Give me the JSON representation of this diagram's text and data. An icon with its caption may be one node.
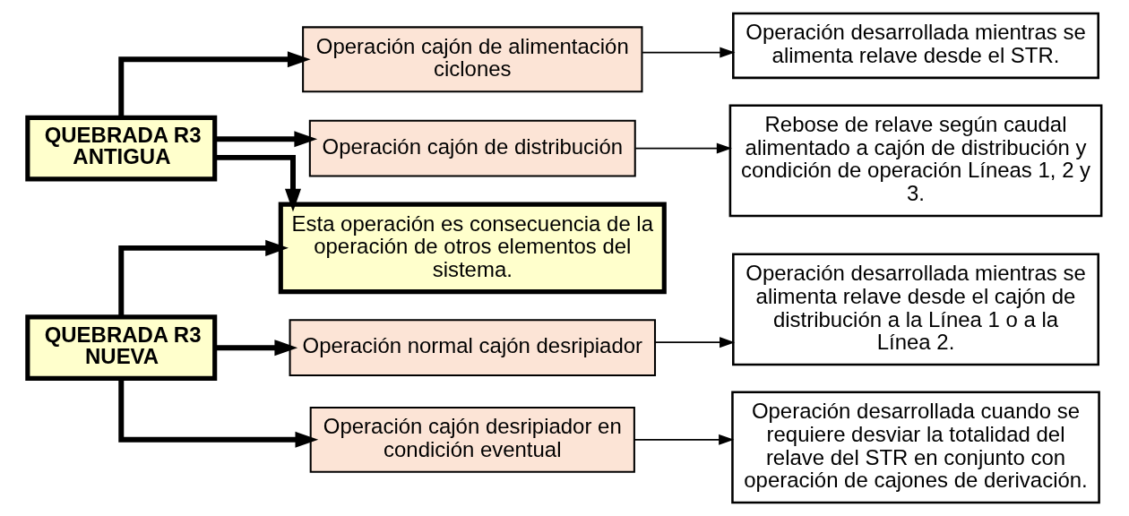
{
  "diagram": {
    "nodes": [
      {
        "text": [
          "Operación cajón de alimentación ciclones"
        ]
      },
      {
        "text": [
          "Operación desarrollada mientras se alimenta relave desde el STR."
        ]
      },
      {
        "text": [
          "QUEBRADA R3 ANTIGUA"
        ]
      },
      {
        "text": [
          "Operación cajón de distribución"
        ]
      },
      {
        "text": [
          "Rebose de relave según caudal alimentado a cajón de distribución y condición de operación Líneas 1, 2 y 3."
        ]
      },
      {
        "text": [
          "Esta operación es consecuencia de la operación de otros elementos del sistema."
        ]
      },
      {
        "text": [
          "QUEBRADA R3 NUEVA"
        ]
      },
      {
        "text": [
          "Operación normal cajón desripiador"
        ]
      },
      {
        "text": [
          "Operación desarrollada mientras se alimenta relave desde el cajón de distribución a la Línea 1 o a la Línea 2."
        ]
      },
      {
        "text": [
          "Operación cajón desripiador en condición eventual"
        ]
      },
      {
        "text": [
          "Operación desarrollada cuando se requiere desviar la totalidad del relave del STR en conjunto con operación de cajones de derivación."
        ]
      }
    ],
    "edges": [
      {
        "from": 2,
        "to": 0,
        "arrow": "to"
      },
      {
        "from": 2,
        "to": 3,
        "arrow": "to"
      },
      {
        "from": 2,
        "to": 5,
        "arrow": "to"
      },
      {
        "from": 6,
        "to": 5,
        "arrow": "to"
      },
      {
        "from": 6,
        "to": 7,
        "arrow": "to"
      },
      {
        "from": 6,
        "to": 9,
        "arrow": "to"
      },
      {
        "from": 0,
        "to": 1,
        "arrow": "to"
      },
      {
        "from": 3,
        "to": 4,
        "arrow": "to"
      },
      {
        "from": 7,
        "to": 8,
        "arrow": "to"
      },
      {
        "from": 9,
        "to": 10,
        "arrow": "to"
      }
    ]
  }
}
